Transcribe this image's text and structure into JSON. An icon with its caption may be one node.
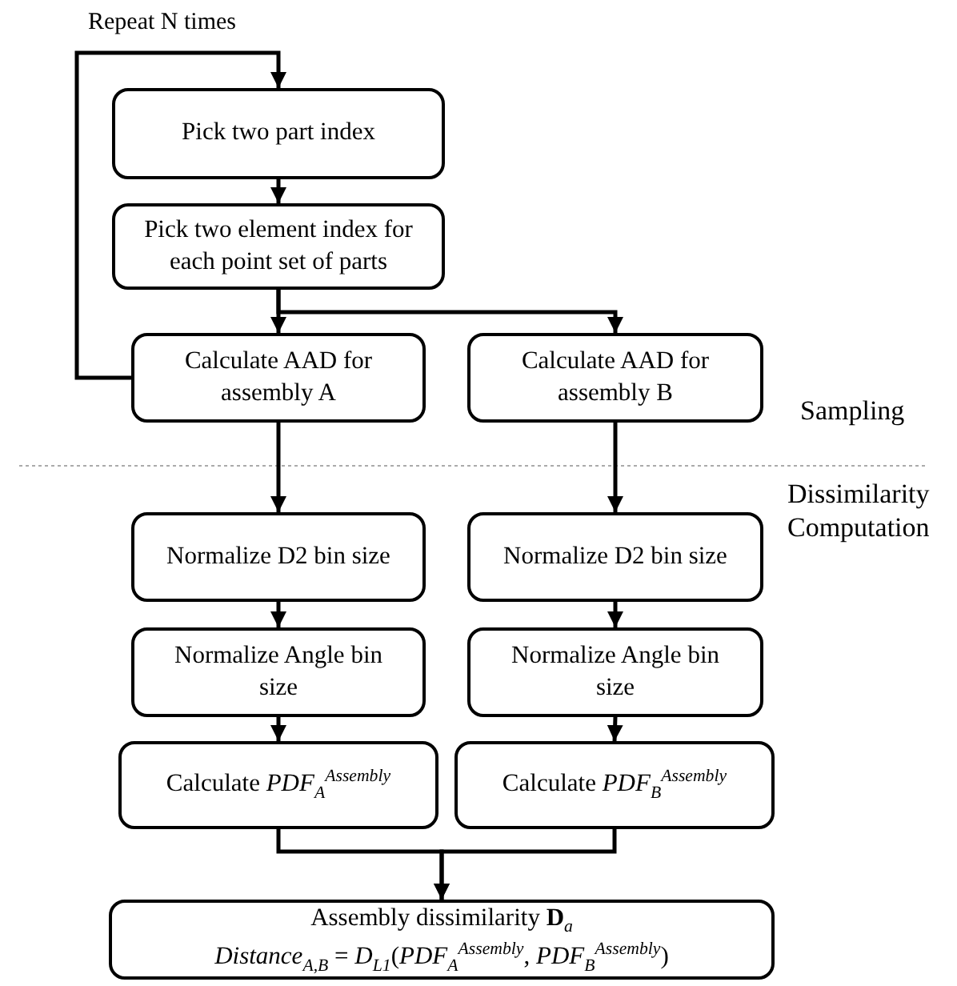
{
  "diagram": {
    "nodes": [
      {
        "text": [
          "Pick two part index"
        ]
      },
      {
        "text": [
          "Pick two element index for each point set of parts"
        ]
      },
      {
        "text": [
          "Calculate AAD for assembly A"
        ]
      },
      {
        "text": [
          "Calculate AAD for assembly B"
        ]
      },
      {
        "text": [
          "Normalize D2 bin size"
        ]
      },
      {
        "text": [
          "Normalize D2 bin size"
        ]
      },
      {
        "text": [
          "Normalize Angle bin size"
        ]
      },
      {
        "text": [
          "Normalize Angle bin size"
        ]
      },
      {
        "text": [
          "Calculate *PDF*$_{A}$$^{Assembly}$"
        ]
      },
      {
        "text": [
          "Calculate *PDF*$_{B}$$^{Assembly}$"
        ]
      },
      {
        "text": [
          "Assembly dissimilarity **D**$_{a}$",
          "*Distance*$_{A,B}$ = *D*$_{L1}$(*PDF*$_{A}$$^{Assembly}$, *PDF*$_{B}$$^{Assembly}$)"
        ]
      }
    ],
    "edges": [
      {
        "from": 0,
        "to": 1,
        "arrow": "to"
      },
      {
        "from": 1,
        "to": 2,
        "arrow": "to"
      },
      {
        "from": 1,
        "to": 3,
        "arrow": "to"
      },
      {
        "from": 2,
        "to": 0,
        "arrow": "to",
        "label": "Repeat N times"
      },
      {
        "from": 2,
        "to": 4,
        "arrow": "to"
      },
      {
        "from": 3,
        "to": 5,
        "arrow": "to"
      },
      {
        "from": 4,
        "to": 6,
        "arrow": "to"
      },
      {
        "from": 5,
        "to": 7,
        "arrow": "to"
      },
      {
        "from": 6,
        "to": 8,
        "arrow": "to"
      },
      {
        "from": 7,
        "to": 9,
        "arrow": "to"
      },
      {
        "from": 8,
        "to": 10,
        "arrow": "to"
      },
      {
        "from": 9,
        "to": 10,
        "arrow": "to"
      }
    ],
    "labels": [
      "Sampling",
      "Dissimilarity Computation"
    ]
  }
}
